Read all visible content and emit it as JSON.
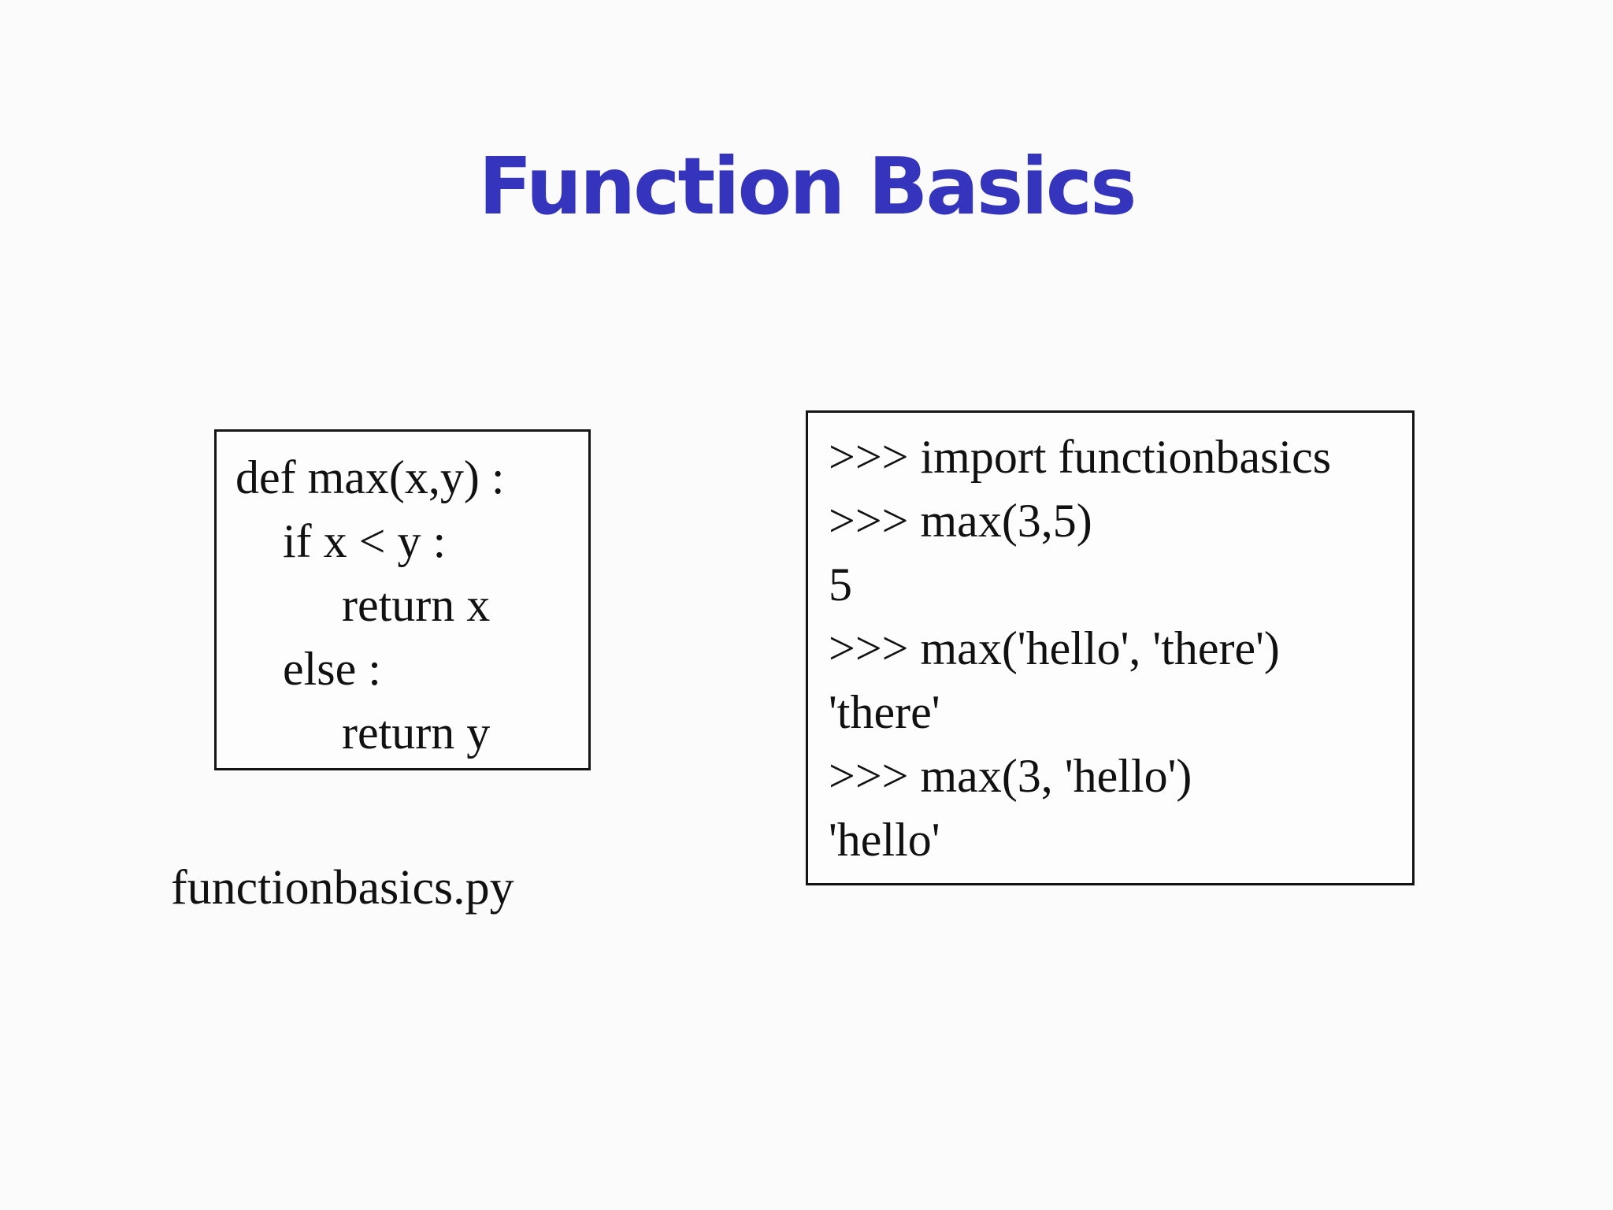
{
  "slide": {
    "title": "Function Basics",
    "title_color": "#3434bd",
    "text_color": "#111111",
    "background_color": "#fbfbfc",
    "code_box": {
      "lines": [
        "def max(x,y) :",
        "    if x < y :",
        "         return x",
        "    else :",
        "         return y"
      ]
    },
    "session_box": {
      "lines": [
        ">>> import functionbasics",
        ">>> max(3,5)",
        "5",
        ">>> max('hello', 'there')",
        "'there'",
        ">>> max(3, 'hello')",
        "'hello'"
      ]
    },
    "file_label": "functionbasics.py"
  }
}
